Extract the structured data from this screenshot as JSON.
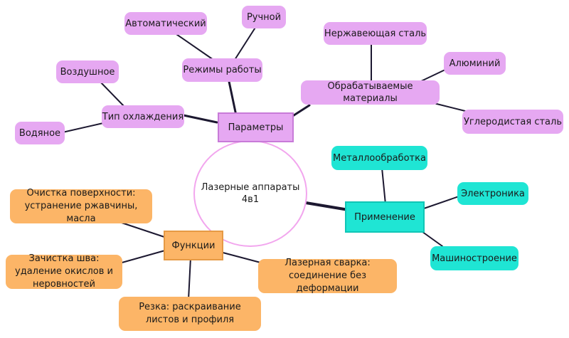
{
  "center": {
    "label": "Лазерные аппараты 4в1"
  },
  "branches": {
    "params": {
      "label": "Параметры",
      "modes": {
        "label": "Режимы работы",
        "auto": "Автоматический",
        "manual": "Ручной"
      },
      "materials": {
        "label": "Обрабатываемые материалы",
        "stainless": "Нержавеющая сталь",
        "aluminum": "Алюминий",
        "carbon": "Углеродистая сталь"
      },
      "cooling": {
        "label": "Тип охлаждения",
        "air": "Воздушное",
        "water": "Водяное"
      }
    },
    "application": {
      "label": "Применение",
      "metal": "Металлообработка",
      "electronics": "Электроника",
      "machinery": "Машиностроение"
    },
    "functions": {
      "label": "Функции",
      "cleaning": "Очистка поверхности: устранение ржавчины, масла",
      "seam": "Зачистка шва: удаление окислов и неровностей",
      "cutting": "Резка: раскраивание листов и профиля",
      "welding": "Лазерная сварка: соединение без деформации"
    }
  },
  "colors": {
    "purple": "#e6a8f2",
    "teal": "#1fe5d4",
    "orange": "#fcb567",
    "center_border": "#f2a6ee",
    "edge": "#1c1830"
  }
}
